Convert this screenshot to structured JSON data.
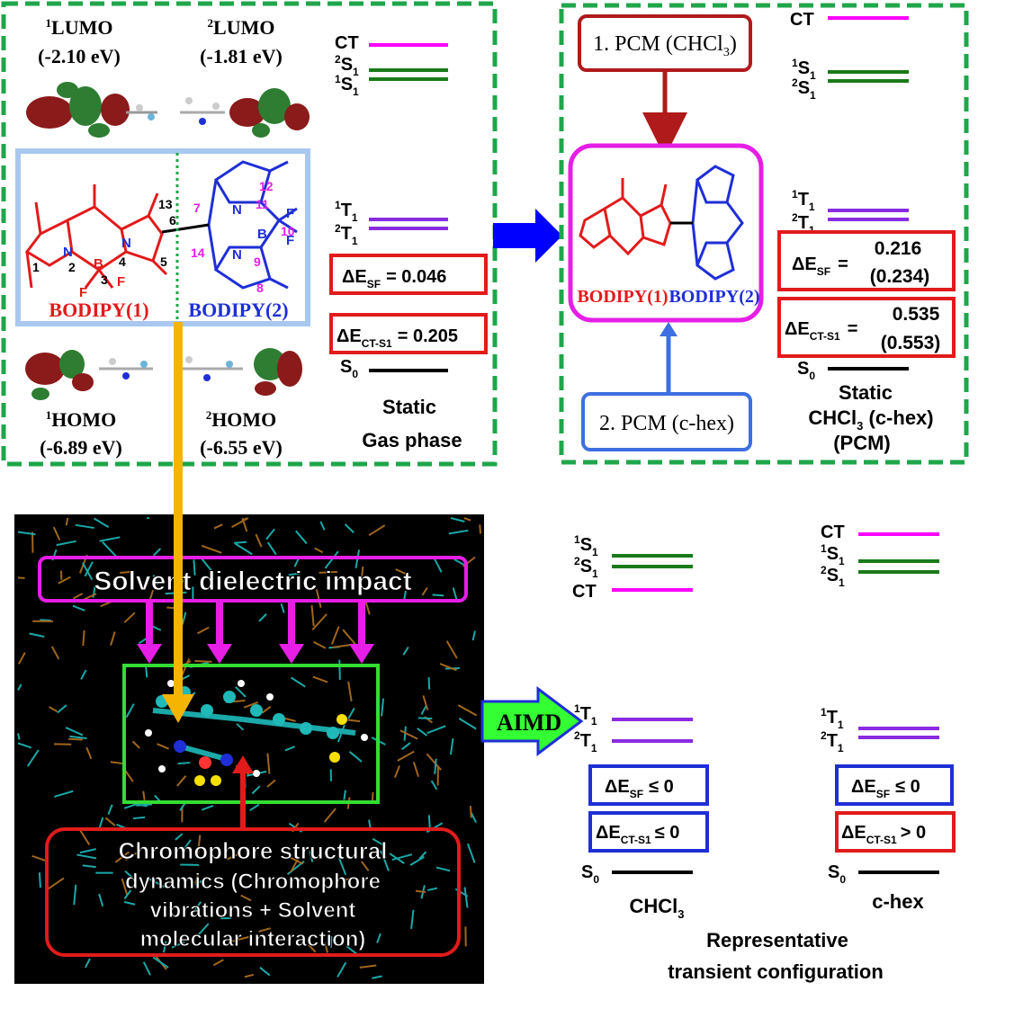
{
  "colors": {
    "frame_green": "#1fa64a",
    "ct_line": "#ff00ff",
    "s1_line": "#1a7a1a",
    "t1_line": "#8a2be2",
    "s0_line": "#000000",
    "red": "#e11b1b",
    "blue": "#1f2fd6",
    "magenta": "#e61ee6",
    "pcm1_border": "#b01a1a",
    "pcm2_border": "#3d6fe0",
    "orange": "#f5b400",
    "aimd_fill": "#33ff33"
  },
  "gas_panel": {
    "lumo1": {
      "label_sup": "1",
      "label": "LUMO",
      "energy": "(-2.10 eV)"
    },
    "lumo2": {
      "label_sup": "2",
      "label": "LUMO",
      "energy": "(-1.81 eV)"
    },
    "homo1": {
      "label_sup": "1",
      "label": "HOMO",
      "energy": "(-6.89 eV)"
    },
    "homo2": {
      "label_sup": "2",
      "label": "HOMO",
      "energy": "(-6.55 eV)"
    },
    "bodipy1": "BODIPY(1)",
    "bodipy2": "BODIPY(2)",
    "atom_numbers": [
      "1",
      "2",
      "3",
      "4",
      "5",
      "6",
      "7",
      "8",
      "9",
      "10",
      "11",
      "12",
      "13",
      "14"
    ],
    "levels": {
      "ct": "CT",
      "s2": "S",
      "s2_pre": "2",
      "s2_sub": "1",
      "s1": "S",
      "s1_pre": "1",
      "s1_sub": "1",
      "t1": "T",
      "t1_pre": "1",
      "t1_sub": "1",
      "t2": "T",
      "t2_pre": "2",
      "t2_sub": "1",
      "s0": "S",
      "s0_sub": "0"
    },
    "delta_sf": {
      "symbol": "ΔE",
      "sub": "SF",
      "value": "= 0.046"
    },
    "delta_ct": {
      "symbol": "ΔE",
      "sub": "CT-S1",
      "value": "= 0.205"
    },
    "caption1": "Static",
    "caption2": "Gas phase"
  },
  "pcm_panel": {
    "pcm1_text": "1. PCM (CHCl",
    "pcm1_sub": "3",
    "pcm1_close": ")",
    "pcm2_text": "2. PCM (c-hex)",
    "bodipy1": "BODIPY(1)",
    "bodipy2": "BODIPY(2)",
    "levels": {
      "ct": "CT",
      "s1_pre": "1",
      "s2_pre": "2",
      "t1_pre": "1",
      "t2_pre": "2"
    },
    "delta_sf": {
      "symbol": "ΔE",
      "sub": "SF",
      "eq": "=",
      "value": "0.216",
      "value2": "(0.234)"
    },
    "delta_ct": {
      "symbol": "ΔE",
      "sub": "CT-S1",
      "eq": "=",
      "value": "0.535",
      "value2": "(0.553)"
    },
    "caption1": "Static",
    "caption2": "CHCl",
    "caption2_sub": "3",
    "caption2_rest": " (c-hex)",
    "caption3": "(PCM)"
  },
  "md_panel": {
    "solvent_label": "Solvent dielectric impact",
    "chromophore_label_lines": [
      "Chromophore structural",
      "dynamics (Chromophore",
      "vibrations + Solvent",
      "molecular interaction)"
    ],
    "aimd_label": "AIMD"
  },
  "transient": {
    "chcl3": {
      "levels": [
        "1",
        "2",
        "CT"
      ],
      "delta_sf": {
        "symbol": "ΔE",
        "sub": "SF",
        "value": "≤ 0"
      },
      "delta_ct": {
        "symbol": "ΔE",
        "sub": "CT-S1",
        "value": "≤ 0"
      },
      "caption": "CHCl",
      "caption_sub": "3"
    },
    "chex": {
      "delta_sf": {
        "symbol": "ΔE",
        "sub": "SF",
        "value": "≤ 0"
      },
      "delta_ct": {
        "symbol": "ΔE",
        "sub": "CT-S1",
        "value": "> 0"
      },
      "caption": "c-hex"
    },
    "caption1": "Representative",
    "caption2": "transient configuration"
  }
}
